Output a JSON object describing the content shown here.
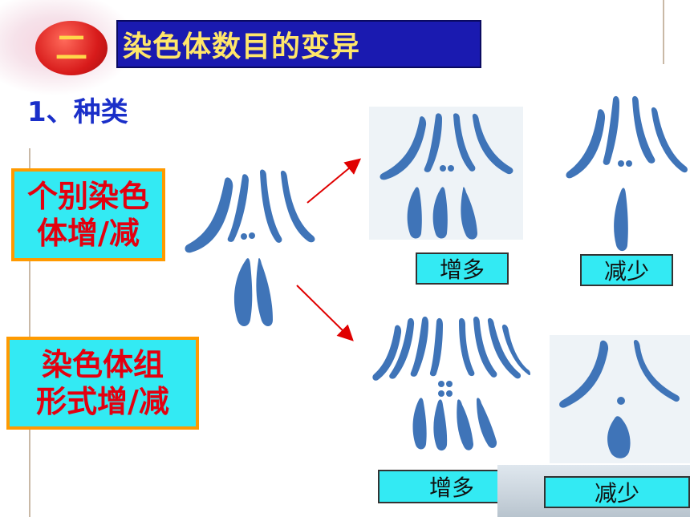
{
  "section_number": "二",
  "title": "染色体数目的变异",
  "subtitle": "1、种类",
  "category_individual": "个别染色\n体增/减",
  "category_set": "染色体组\n形式增/减",
  "labels": {
    "individual_increase": "增多",
    "individual_decrease": "减少",
    "set_increase": "增多",
    "set_decrease": "减少"
  },
  "colors": {
    "chromosome": "#3f74b8",
    "title_bg": "#1a1ab0",
    "title_text": "#ffe66a",
    "box_bg": "#33eaf3",
    "box_border": "#ff9a00",
    "box_text": "#e3000f",
    "arrow": "#e00000"
  }
}
